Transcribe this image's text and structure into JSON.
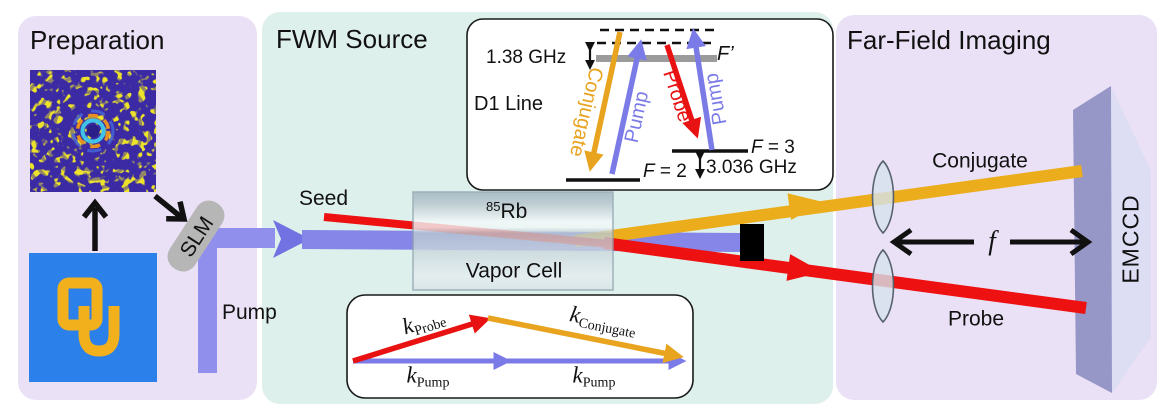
{
  "preparation": {
    "title": "Preparation",
    "slm": "SLM",
    "pump": "Pump"
  },
  "fwm": {
    "title": "FWM Source",
    "seed": "Seed",
    "isotope_sup": "85",
    "isotope": "Rb",
    "cell": "Vapor Cell"
  },
  "levels": {
    "detuning": "1.38 GHz",
    "excited": "F’",
    "line": "D1 Line",
    "conjugate": "Conjugate",
    "pump_left": "Pump",
    "probe": "Probe",
    "pump_right": "Pump",
    "f2_f": "F",
    "f2_rest": " = 2",
    "f3_f": "F",
    "f3_rest": " = 3",
    "split": "3.036 GHz"
  },
  "kdiagram": {
    "k": "k",
    "probe_sub": "Probe",
    "conjugate_sub": "Conjugate",
    "pump_left_sub": "Pump",
    "pump_right_sub": "Pump"
  },
  "farfield": {
    "title": "Far-Field Imaging",
    "conjugate": "Conjugate",
    "probe": "Probe",
    "focal": "f",
    "detector": "EMCCD"
  },
  "colors": {
    "panel_lavender": "#EAE1F6",
    "panel_mint": "#DEF0EC",
    "pump_beam": "#8686E8",
    "probe_beam": "#EE1111",
    "conjugate_beam": "#EBAD1C",
    "level_pump": "#7B7BE8",
    "level_probe": "#E81212",
    "level_conjugate": "#E8A31F",
    "ou_blue": "#2B81E9",
    "ou_gold": "#F2B01C",
    "phase_yellow": "#EDE32B",
    "phase_blue": "#3A2BA3",
    "slm_grey": "#B6B6B6",
    "emccd_front": "#9696C7",
    "emccd_side": "#DDDDF4"
  }
}
